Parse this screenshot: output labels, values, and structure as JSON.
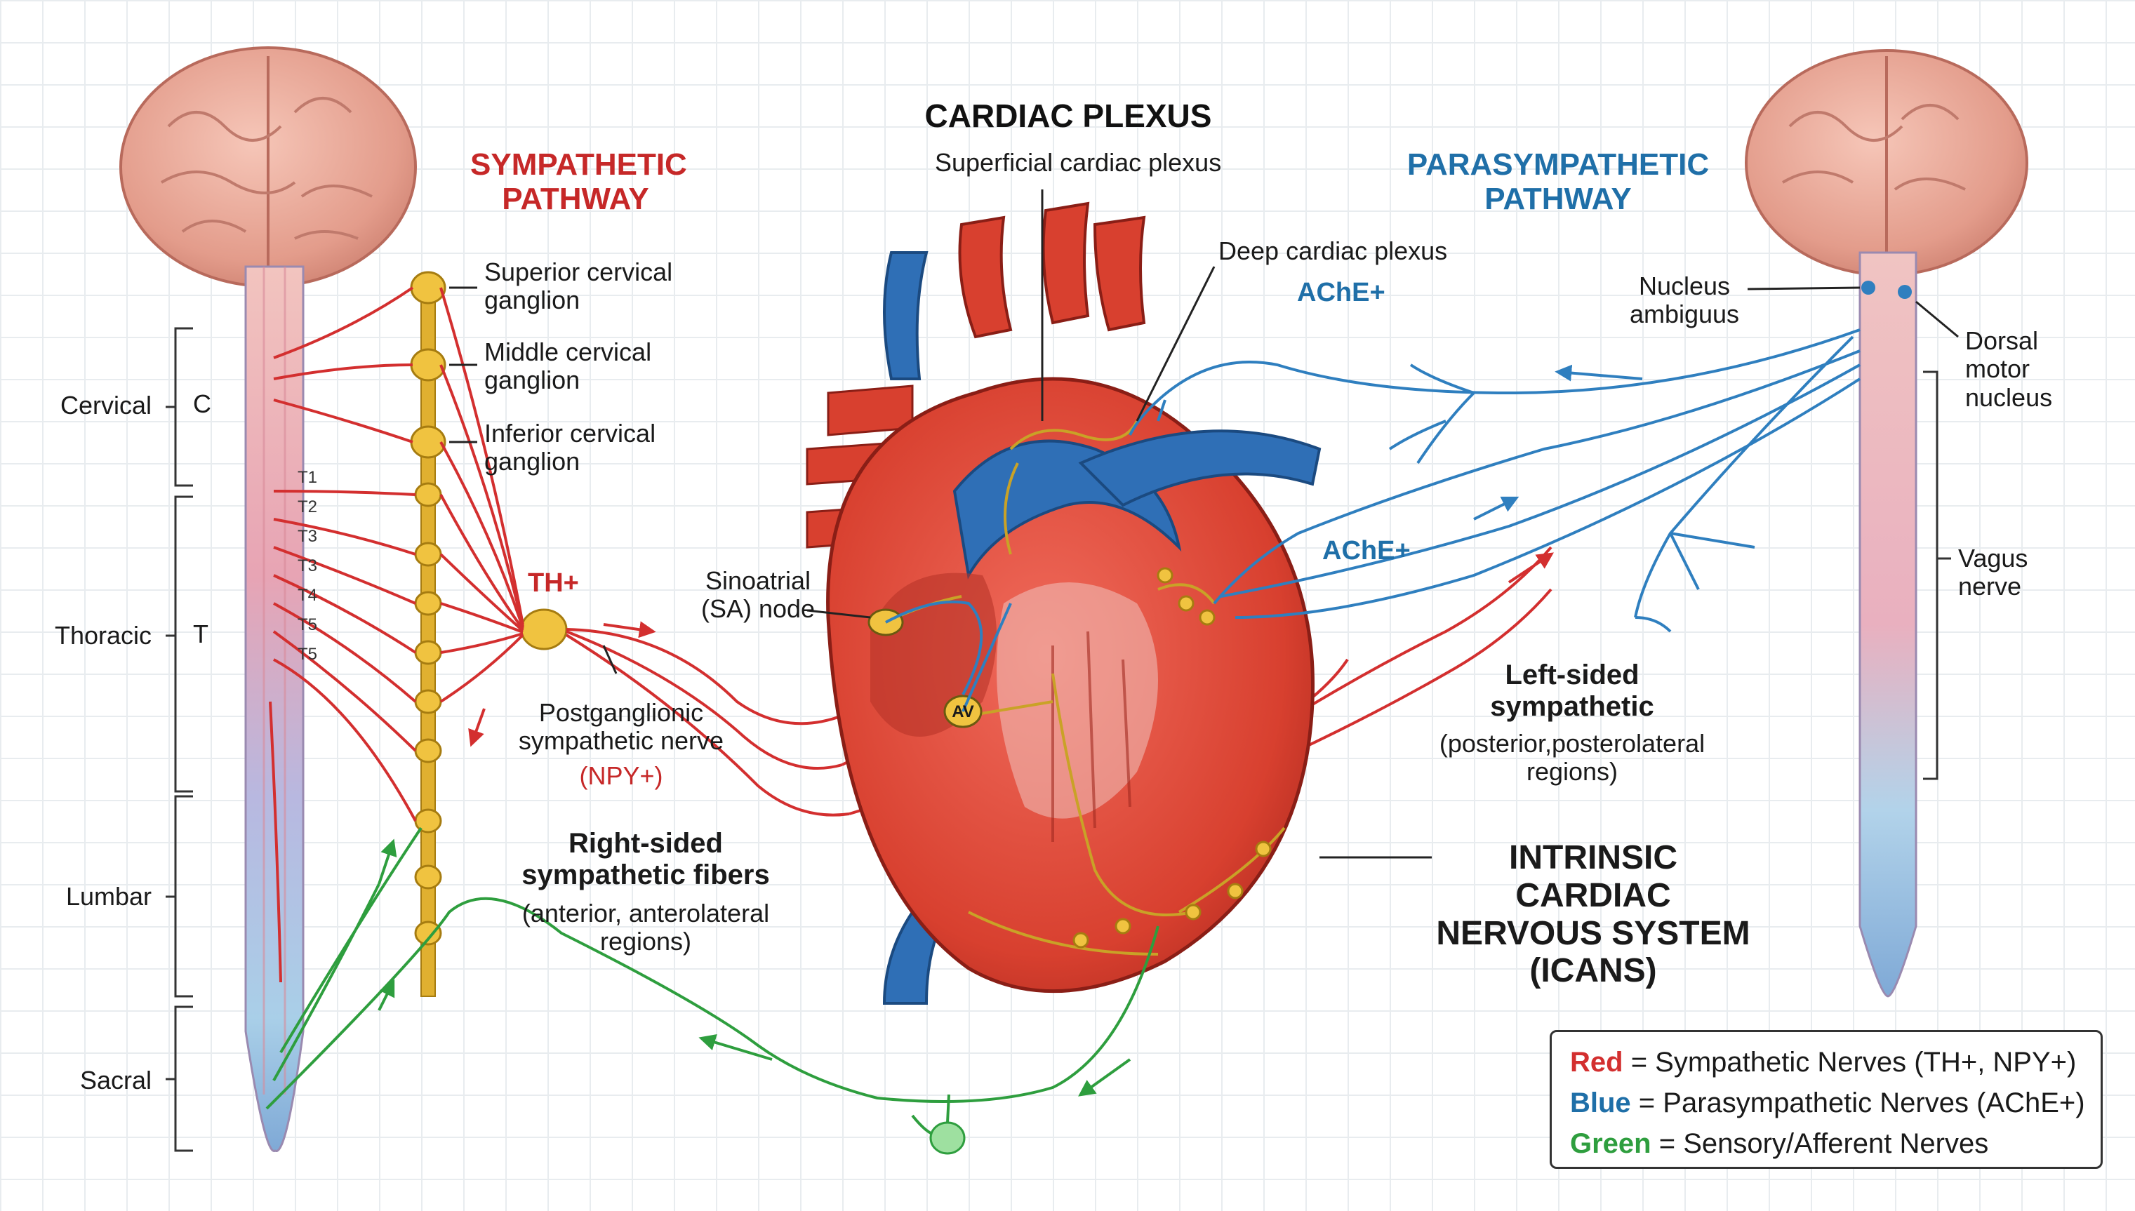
{
  "titles": {
    "cardiac_plexus": "CARDIAC PLEXUS",
    "sympathetic": "SYMPATHETIC\nPATHWAY",
    "parasympathetic": "PARASYMPATHETIC\nPATHWAY"
  },
  "spinal_regions": {
    "cervical": "Cervical",
    "cervical_code": "C",
    "thoracic": "Thoracic",
    "thoracic_code": "T",
    "lumbar": "Lumbar",
    "sacral": "Sacral"
  },
  "thoracic_levels": [
    "T1",
    "T2",
    "T3",
    "T3",
    "T4",
    "T5",
    "T5"
  ],
  "ganglia": {
    "superior": "Superior cervical\nganglion",
    "middle": "Middle cervical\nganglion",
    "inferior": "Inferior cervical\nganglion"
  },
  "labels": {
    "superficial_plexus": "Superficial cardiac plexus",
    "deep_plexus": "Deep cardiac plexus",
    "ache_top": "AChE+",
    "ache_mid": "AChE+",
    "th_plus": "TH+",
    "sa_node": "Sinoatrial\n(SA) node",
    "av_node": "AV",
    "postganglionic_main": "Postganglionic\nsympathetic nerve",
    "postganglionic_npy": "(NPY+)",
    "right_sided_main": "Right-sided\nsympathetic fibers",
    "right_sided_sub": "(anterior, anterolateral\nregions)",
    "left_sided_main": "Left-sided\nsympathetic",
    "left_sided_sub": "(posterior,posterolateral\nregions)",
    "icans": "INTRINSIC CARDIAC\nNERVOUS SYSTEM\n(ICANS)",
    "nucleus_ambiguus": "Nucleus\nambiguus",
    "dorsal_motor": "Dorsal\nmotor\nnucleus",
    "vagus": "Vagus\nnerve"
  },
  "legend": {
    "red_key": "Red",
    "red_text": " = Sympathetic Nerves (TH+, NPY+)",
    "blue_key": "Blue",
    "blue_text": " = Parasympathetic Nerves (AChE+)",
    "green_key": "Green",
    "green_text": " = Sensory/Afferent Nerves"
  },
  "colors": {
    "sympathetic": "#d32f2f",
    "parasympathetic": "#2f7fbf",
    "sensory": "#2e9e3e",
    "ganglion": "#e0b030",
    "brain": "#e7a89a",
    "heart": "#d9453a"
  }
}
